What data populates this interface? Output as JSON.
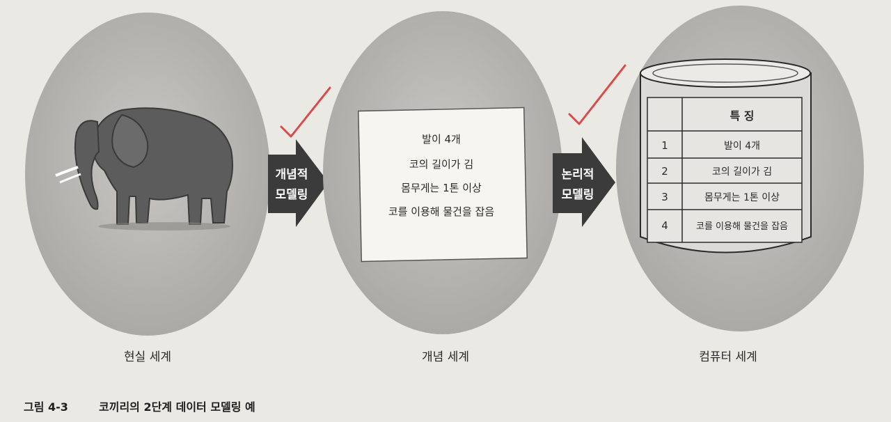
{
  "worlds": {
    "real": {
      "label": "현실 세계"
    },
    "concept": {
      "label": "개념 세계",
      "card_lines": [
        "발이 4개",
        "코의 길이가 김",
        "몸무게는 1톤 이상",
        "코를 이용해 물건을 잡음"
      ]
    },
    "computer": {
      "label": "컴퓨터 세계",
      "table": {
        "header": "특  징",
        "rows": [
          {
            "num": "1",
            "text": "발이 4개"
          },
          {
            "num": "2",
            "text": "코의 길이가 김"
          },
          {
            "num": "3",
            "text": "몸무게는 1톤 이상"
          },
          {
            "num": "4",
            "text": "코를 이용해 물건을 잡음"
          }
        ]
      }
    }
  },
  "arrows": {
    "conceptual": {
      "line1": "개념적",
      "line2": "모델링"
    },
    "logical": {
      "line1": "논리적",
      "line2": "모델링"
    }
  },
  "caption": {
    "number": "그림 4-3",
    "text": "코끼리의 2단계 데이터 모델링 예"
  },
  "colors": {
    "oval_fill": "#b7b5b1",
    "arrow_fill": "#3b3b3b",
    "check_mark": "#d94a4a",
    "card_fill": "#f7f5f0"
  }
}
